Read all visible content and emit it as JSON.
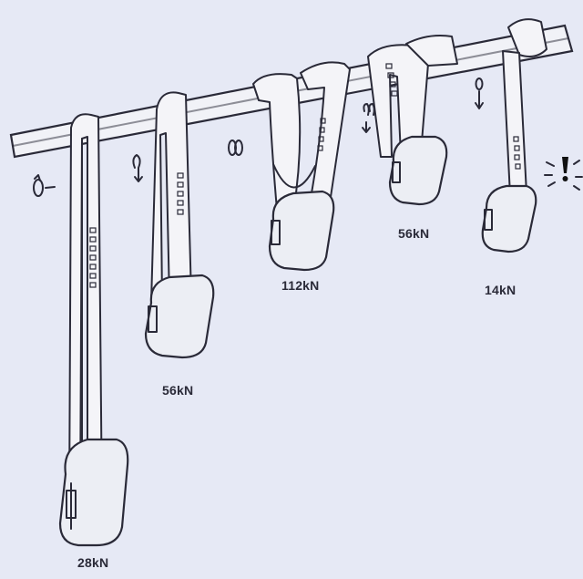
{
  "configurations": [
    {
      "id": "single-strand-long",
      "strength": "28kN"
    },
    {
      "id": "doubled-loop",
      "strength": "56kN"
    },
    {
      "id": "quad-basket",
      "strength": "112kN"
    },
    {
      "id": "wrapped-doubled",
      "strength": "56kN"
    },
    {
      "id": "girth-hitch",
      "strength": "14kN"
    }
  ],
  "colors": {
    "background": "#e6e9f5",
    "ink": "#2a2a38",
    "sling_fill": "#f4f4f8",
    "warning": "#111111"
  },
  "icons": [
    "rotation-arrow-icon",
    "loop-arrow-icon",
    "double-loop-icon",
    "triple-loop-icon",
    "knot-arrow-icon",
    "warning-icon"
  ]
}
